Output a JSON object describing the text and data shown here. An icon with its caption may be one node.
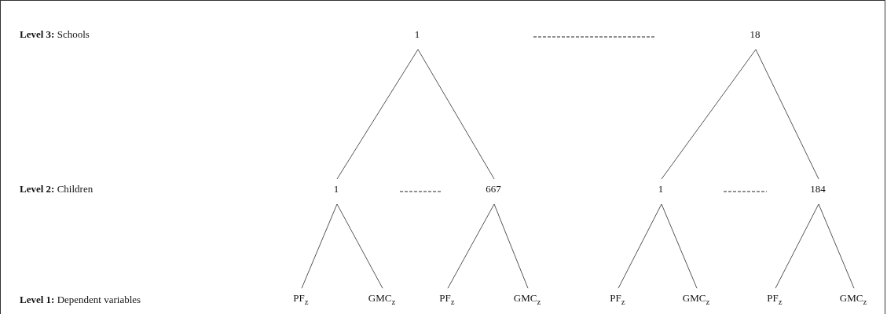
{
  "diagram": {
    "nodes": [
      {
        "text": [
          "1"
        ]
      },
      {
        "text": [
          "18"
        ]
      },
      {
        "text": [
          "1"
        ]
      },
      {
        "text": [
          "667"
        ]
      },
      {
        "text": [
          "1"
        ]
      },
      {
        "text": [
          "184"
        ]
      },
      {
        "text": [
          "PF$_{z}$"
        ]
      },
      {
        "text": [
          "GMC$_{z}$"
        ]
      },
      {
        "text": [
          "PF$_{z}$"
        ]
      },
      {
        "text": [
          "GMC$_{z}$"
        ]
      },
      {
        "text": [
          "PF$_{z}$"
        ]
      },
      {
        "text": [
          "GMC$_{z}$"
        ]
      },
      {
        "text": [
          "PF$_{z}$"
        ]
      },
      {
        "text": [
          "GMC$_{z}$"
        ]
      }
    ],
    "edges": [
      {
        "from": 0,
        "to": 2,
        "arrow": "none"
      },
      {
        "from": 0,
        "to": 3,
        "arrow": "none"
      },
      {
        "from": 1,
        "to": 4,
        "arrow": "none"
      },
      {
        "from": 1,
        "to": 5,
        "arrow": "none"
      },
      {
        "from": 2,
        "to": 6,
        "arrow": "none"
      },
      {
        "from": 2,
        "to": 7,
        "arrow": "none"
      },
      {
        "from": 3,
        "to": 8,
        "arrow": "none"
      },
      {
        "from": 3,
        "to": 9,
        "arrow": "none"
      },
      {
        "from": 4,
        "to": 10,
        "arrow": "none"
      },
      {
        "from": 4,
        "to": 11,
        "arrow": "none"
      },
      {
        "from": 5,
        "to": 12,
        "arrow": "none"
      },
      {
        "from": 5,
        "to": 13,
        "arrow": "none"
      }
    ],
    "labels": [
      "**Level 3:** Schools",
      "**Level 2:** Children",
      "**Level 1:** Dependent variables"
    ]
  }
}
